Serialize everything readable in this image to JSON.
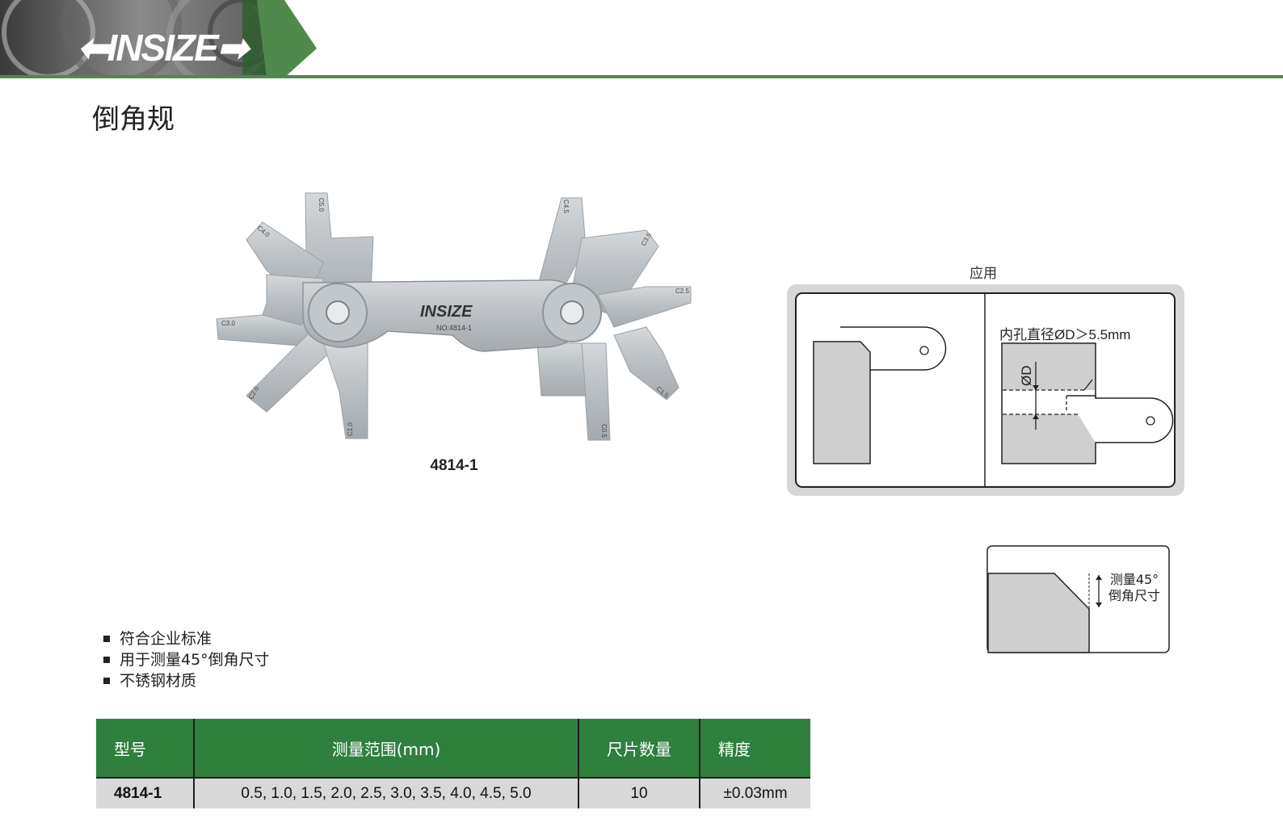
{
  "header": {
    "brand": "INSIZE",
    "accent_color": "#4f8a4c"
  },
  "page": {
    "title": "倒角规"
  },
  "product": {
    "engraved_brand": "INSIZE",
    "engraved_no": "NO:4814-1",
    "caption": "4814-1",
    "blade_labels": [
      "C5.0",
      "C4.0",
      "C3.0",
      "C2.0",
      "C1.0",
      "C4.5",
      "C3.5",
      "C2.5",
      "C1.5",
      "C0.5"
    ]
  },
  "usage": {
    "label": "应用",
    "inner_diameter_note": "内孔直径ØD＞5.5mm",
    "dia_symbol": "ØD"
  },
  "detail": {
    "line1": "测量45°",
    "line2": "倒角尺寸"
  },
  "features": [
    "符合企业标准",
    "用于测量45°倒角尺寸",
    "不锈钢材质"
  ],
  "spec_table": {
    "header_color": "#2f7f3d",
    "headers": [
      "型号",
      "测量范围(mm)",
      "尺片数量",
      "精度"
    ],
    "rows": [
      [
        "4814-1",
        "0.5, 1.0, 1.5, 2.0, 2.5, 3.0, 3.5, 4.0, 4.5, 5.0",
        "10",
        "±0.03mm"
      ]
    ]
  }
}
